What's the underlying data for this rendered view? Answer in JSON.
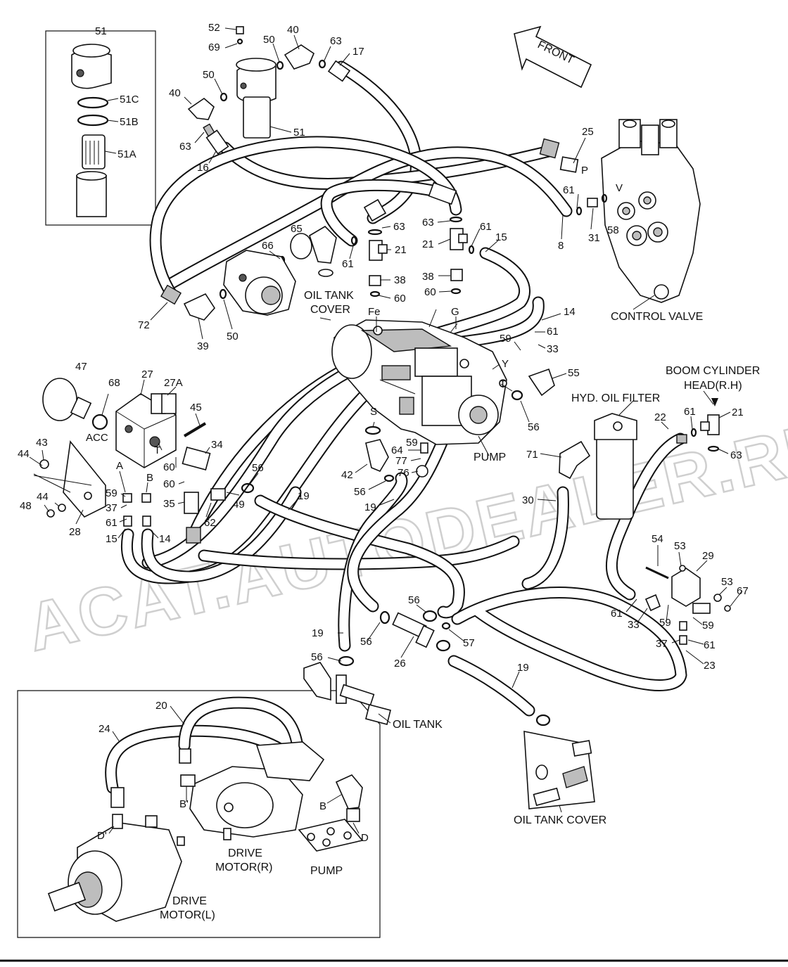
{
  "watermark": "ACAT.AUTODEALER.RU",
  "front_label": "FRONT",
  "callouts": [
    {
      "id": "c51top",
      "text": "51"
    },
    {
      "id": "c51c",
      "text": "51C"
    },
    {
      "id": "c51b",
      "text": "51B"
    },
    {
      "id": "c51a",
      "text": "51A"
    },
    {
      "id": "c52",
      "text": "52"
    },
    {
      "id": "c69",
      "text": "69"
    },
    {
      "id": "c50a",
      "text": "50"
    },
    {
      "id": "c40a",
      "text": "40"
    },
    {
      "id": "c63a",
      "text": "63"
    },
    {
      "id": "c17",
      "text": "17"
    },
    {
      "id": "c50b",
      "text": "50"
    },
    {
      "id": "c40b",
      "text": "40"
    },
    {
      "id": "c51d",
      "text": "51"
    },
    {
      "id": "c63b",
      "text": "63"
    },
    {
      "id": "c16",
      "text": "16"
    },
    {
      "id": "c25",
      "text": "25"
    },
    {
      "id": "cP",
      "text": "P"
    },
    {
      "id": "cV",
      "text": "V"
    },
    {
      "id": "c61a",
      "text": "61"
    },
    {
      "id": "c31",
      "text": "31"
    },
    {
      "id": "c58",
      "text": "58"
    },
    {
      "id": "c8",
      "text": "8"
    },
    {
      "id": "c65",
      "text": "65"
    },
    {
      "id": "c66",
      "text": "66"
    },
    {
      "id": "c63c",
      "text": "63"
    },
    {
      "id": "c21a",
      "text": "21"
    },
    {
      "id": "c61b",
      "text": "61"
    },
    {
      "id": "c38a",
      "text": "38"
    },
    {
      "id": "c60a",
      "text": "60"
    },
    {
      "id": "c63d",
      "text": "63"
    },
    {
      "id": "c61c",
      "text": "61"
    },
    {
      "id": "c15a",
      "text": "15"
    },
    {
      "id": "c21b",
      "text": "21"
    },
    {
      "id": "c38b",
      "text": "38"
    },
    {
      "id": "c60b",
      "text": "60"
    },
    {
      "id": "cFe",
      "text": "Fe"
    },
    {
      "id": "cG",
      "text": "G"
    },
    {
      "id": "c72",
      "text": "72"
    },
    {
      "id": "c39",
      "text": "39"
    },
    {
      "id": "c50c",
      "text": "50"
    },
    {
      "id": "c14a",
      "text": "14"
    },
    {
      "id": "c61d",
      "text": "61"
    },
    {
      "id": "c59a",
      "text": "59"
    },
    {
      "id": "c33a",
      "text": "33"
    },
    {
      "id": "cY",
      "text": "Y"
    },
    {
      "id": "cT1",
      "text": "T"
    },
    {
      "id": "c55",
      "text": "55"
    },
    {
      "id": "c56a",
      "text": "56"
    },
    {
      "id": "c47",
      "text": "47"
    },
    {
      "id": "c27",
      "text": "27"
    },
    {
      "id": "c27a",
      "text": "27A"
    },
    {
      "id": "c68",
      "text": "68"
    },
    {
      "id": "c45",
      "text": "45"
    },
    {
      "id": "cACC",
      "text": "ACC"
    },
    {
      "id": "cT2",
      "text": "T"
    },
    {
      "id": "c34",
      "text": "34"
    },
    {
      "id": "c43",
      "text": "43"
    },
    {
      "id": "c44a",
      "text": "44"
    },
    {
      "id": "cA",
      "text": "A"
    },
    {
      "id": "cB",
      "text": "B"
    },
    {
      "id": "c60c",
      "text": "60"
    },
    {
      "id": "c60d",
      "text": "60"
    },
    {
      "id": "c56b",
      "text": "56"
    },
    {
      "id": "cS",
      "text": "S"
    },
    {
      "id": "c59b",
      "text": "59"
    },
    {
      "id": "c64",
      "text": "64"
    },
    {
      "id": "c77",
      "text": "77"
    },
    {
      "id": "c42",
      "text": "42"
    },
    {
      "id": "c76",
      "text": "76"
    },
    {
      "id": "c56c",
      "text": "56"
    },
    {
      "id": "c19a",
      "text": "19"
    },
    {
      "id": "c59c",
      "text": "59"
    },
    {
      "id": "c37a",
      "text": "37"
    },
    {
      "id": "c35",
      "text": "35"
    },
    {
      "id": "c49",
      "text": "49"
    },
    {
      "id": "c19b",
      "text": "19"
    },
    {
      "id": "c44b",
      "text": "44"
    },
    {
      "id": "c48",
      "text": "48"
    },
    {
      "id": "c28",
      "text": "28"
    },
    {
      "id": "c61e",
      "text": "61"
    },
    {
      "id": "c62",
      "text": "62"
    },
    {
      "id": "c15b",
      "text": "15"
    },
    {
      "id": "c14b",
      "text": "14"
    },
    {
      "id": "c71",
      "text": "71"
    },
    {
      "id": "c30",
      "text": "30"
    },
    {
      "id": "c22",
      "text": "22"
    },
    {
      "id": "c61f",
      "text": "61"
    },
    {
      "id": "c21c",
      "text": "21"
    },
    {
      "id": "c63e",
      "text": "63"
    },
    {
      "id": "c54",
      "text": "54"
    },
    {
      "id": "c53a",
      "text": "53"
    },
    {
      "id": "c29",
      "text": "29"
    },
    {
      "id": "c53b",
      "text": "53"
    },
    {
      "id": "c67",
      "text": "67"
    },
    {
      "id": "c61g",
      "text": "61"
    },
    {
      "id": "c33b",
      "text": "33"
    },
    {
      "id": "c59d",
      "text": "59"
    },
    {
      "id": "c59e",
      "text": "59"
    },
    {
      "id": "c37b",
      "text": "37"
    },
    {
      "id": "c61h",
      "text": "61"
    },
    {
      "id": "c23",
      "text": "23"
    },
    {
      "id": "c19c",
      "text": "19"
    },
    {
      "id": "c56d",
      "text": "56"
    },
    {
      "id": "c56e",
      "text": "56"
    },
    {
      "id": "c57",
      "text": "57"
    },
    {
      "id": "c26",
      "text": "26"
    },
    {
      "id": "c56f",
      "text": "56"
    },
    {
      "id": "c19d",
      "text": "19"
    },
    {
      "id": "c20",
      "text": "20"
    },
    {
      "id": "c24",
      "text": "24"
    },
    {
      "id": "cBp",
      "text": "B'"
    },
    {
      "id": "cDp",
      "text": "D'"
    },
    {
      "id": "cB2",
      "text": "B"
    },
    {
      "id": "cD2",
      "text": "D"
    }
  ],
  "labels": {
    "oil_tank_cover_1": "OIL TANK",
    "oil_tank_cover_2": "COVER",
    "control_valve": "CONTROL VALVE",
    "boom_cyl_1": "BOOM CYLINDER",
    "boom_cyl_2": "HEAD(R.H)",
    "hyd_filter": "HYD. OIL FILTER",
    "pump_main": "PUMP",
    "oil_tank": "OIL TANK",
    "oil_tank_cover_bottom": "OIL TANK COVER",
    "drive_motor_r_1": "DRIVE",
    "drive_motor_r_2": "MOTOR(R)",
    "pump_inset": "PUMP",
    "drive_motor_l_1": "DRIVE",
    "drive_motor_l_2": "MOTOR(L)"
  }
}
